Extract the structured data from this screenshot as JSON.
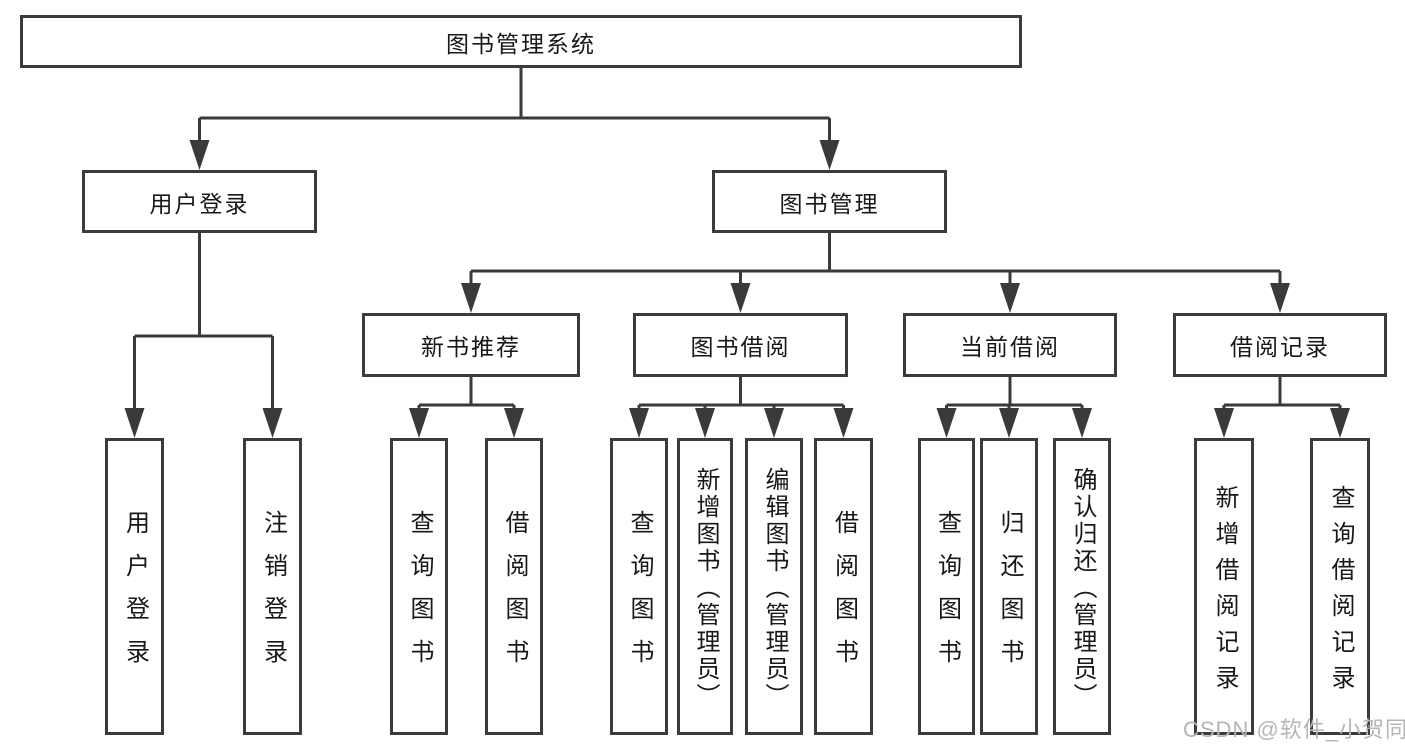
{
  "diagram": {
    "root": "图书管理系统",
    "user_login": {
      "label": "用户登录",
      "children": [
        "用户登录",
        "注销登录"
      ]
    },
    "book_mgmt": {
      "label": "图书管理",
      "modules": [
        {
          "label": "新书推荐",
          "children": [
            "查询图书",
            "借阅图书"
          ]
        },
        {
          "label": "图书借阅",
          "children": [
            "查询图书",
            "新增图书（管理员）",
            "编辑图书（管理员）",
            "借阅图书"
          ]
        },
        {
          "label": "当前借阅",
          "children": [
            "查询图书",
            "归还图书",
            "确认归还（管理员）"
          ]
        },
        {
          "label": "借阅记录",
          "children": [
            "新增借阅记录",
            "查询借阅记录"
          ]
        }
      ]
    }
  },
  "watermark": "CSDN @软件_小贺同学",
  "colors": {
    "line": "#3a3a3a",
    "box_border": "#3b3b3b",
    "text": "#181818",
    "background": "#ffffff",
    "watermark": "#b5b5b5"
  }
}
